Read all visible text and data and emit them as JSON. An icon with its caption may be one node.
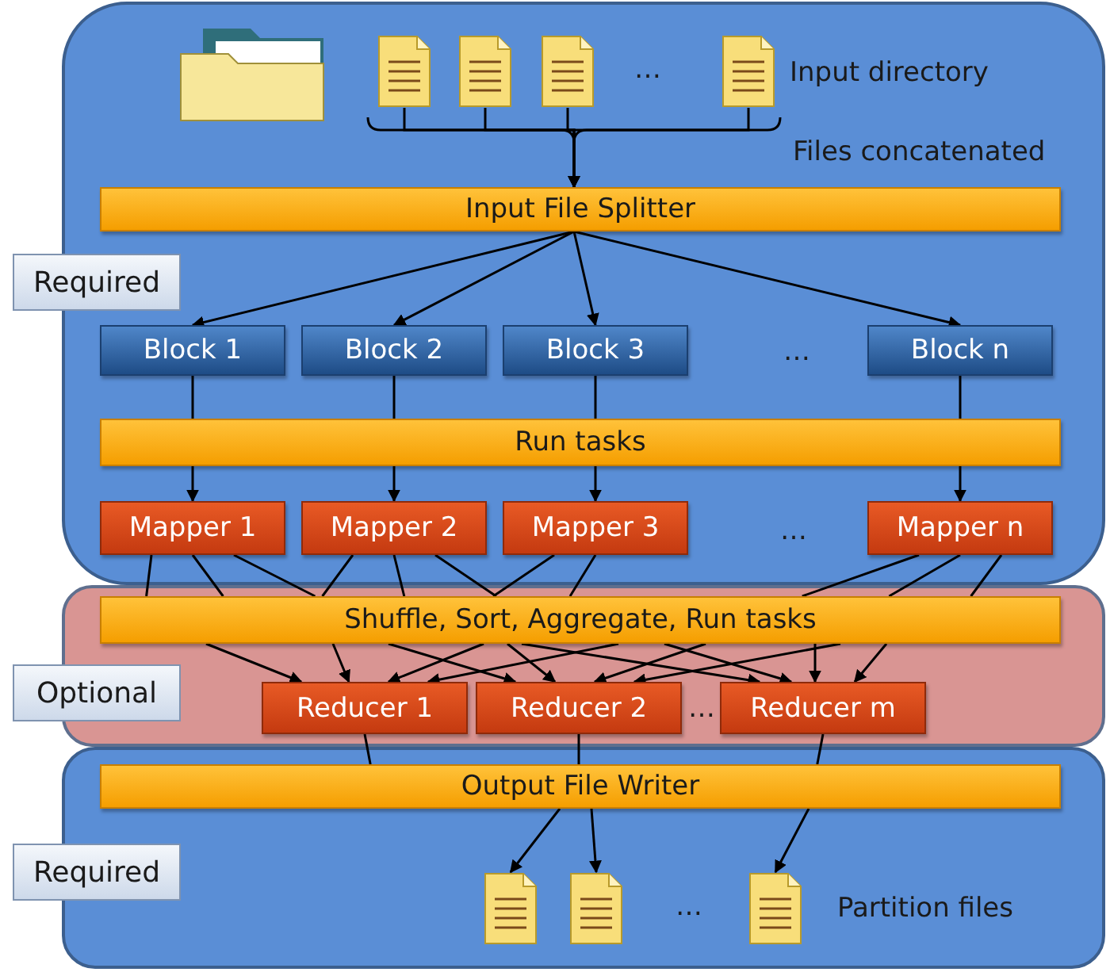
{
  "diagram": {
    "nodes": [
      {
        "text": [],
        "shape": "document"
      },
      {
        "text": [],
        "shape": "document"
      },
      {
        "text": [],
        "shape": "document"
      },
      {
        "text": [],
        "shape": "document"
      },
      {
        "text": [
          "Input File Splitter"
        ]
      },
      {
        "text": [
          "Block 1"
        ]
      },
      {
        "text": [
          "Block 2"
        ]
      },
      {
        "text": [
          "Block 3"
        ]
      },
      {
        "text": [
          "Block n"
        ]
      },
      {
        "text": [
          "Run tasks"
        ]
      },
      {
        "text": [
          "Mapper 1"
        ]
      },
      {
        "text": [
          "Mapper 2"
        ]
      },
      {
        "text": [
          "Mapper 3"
        ]
      },
      {
        "text": [
          "Mapper n"
        ]
      },
      {
        "text": [
          "Shuffle, Sort, Aggregate, Run tasks"
        ]
      },
      {
        "text": [
          "Reducer 1"
        ]
      },
      {
        "text": [
          "Reducer 2"
        ]
      },
      {
        "text": [
          "Reducer m"
        ]
      },
      {
        "text": [
          "Output File Writer"
        ]
      },
      {
        "text": [],
        "shape": "document"
      },
      {
        "text": [],
        "shape": "document"
      },
      {
        "text": [],
        "shape": "document"
      }
    ],
    "edges": [
      {
        "from": 0,
        "to": 4,
        "arrow": "to"
      },
      {
        "from": 1,
        "to": 4,
        "arrow": "to"
      },
      {
        "from": 2,
        "to": 4,
        "arrow": "to"
      },
      {
        "from": 3,
        "to": 4,
        "arrow": "to"
      },
      {
        "from": 4,
        "to": 5,
        "arrow": "to"
      },
      {
        "from": 4,
        "to": 6,
        "arrow": "to"
      },
      {
        "from": 4,
        "to": 7,
        "arrow": "to"
      },
      {
        "from": 4,
        "to": 8,
        "arrow": "to"
      },
      {
        "from": 5,
        "to": 9,
        "arrow": "none"
      },
      {
        "from": 6,
        "to": 9,
        "arrow": "none"
      },
      {
        "from": 7,
        "to": 9,
        "arrow": "none"
      },
      {
        "from": 8,
        "to": 9,
        "arrow": "none"
      },
      {
        "from": 9,
        "to": 10,
        "arrow": "to"
      },
      {
        "from": 9,
        "to": 11,
        "arrow": "to"
      },
      {
        "from": 9,
        "to": 12,
        "arrow": "to"
      },
      {
        "from": 9,
        "to": 13,
        "arrow": "to"
      },
      {
        "from": 10,
        "to": 14,
        "arrow": "none"
      },
      {
        "from": 10,
        "to": 14,
        "arrow": "none"
      },
      {
        "from": 10,
        "to": 14,
        "arrow": "none"
      },
      {
        "from": 11,
        "to": 14,
        "arrow": "none"
      },
      {
        "from": 11,
        "to": 14,
        "arrow": "none"
      },
      {
        "from": 11,
        "to": 14,
        "arrow": "none"
      },
      {
        "from": 12,
        "to": 14,
        "arrow": "none"
      },
      {
        "from": 12,
        "to": 14,
        "arrow": "none"
      },
      {
        "from": 13,
        "to": 14,
        "arrow": "none"
      },
      {
        "from": 13,
        "to": 14,
        "arrow": "none"
      },
      {
        "from": 13,
        "to": 14,
        "arrow": "none"
      },
      {
        "from": 14,
        "to": 15,
        "arrow": "to"
      },
      {
        "from": 14,
        "to": 15,
        "arrow": "to"
      },
      {
        "from": 14,
        "to": 15,
        "arrow": "to"
      },
      {
        "from": 14,
        "to": 15,
        "arrow": "to"
      },
      {
        "from": 14,
        "to": 16,
        "arrow": "to"
      },
      {
        "from": 14,
        "to": 16,
        "arrow": "to"
      },
      {
        "from": 14,
        "to": 16,
        "arrow": "to"
      },
      {
        "from": 14,
        "to": 16,
        "arrow": "to"
      },
      {
        "from": 14,
        "to": 17,
        "arrow": "to"
      },
      {
        "from": 14,
        "to": 17,
        "arrow": "to"
      },
      {
        "from": 14,
        "to": 17,
        "arrow": "to"
      },
      {
        "from": 14,
        "to": 17,
        "arrow": "to"
      },
      {
        "from": 15,
        "to": 18,
        "arrow": "none"
      },
      {
        "from": 16,
        "to": 18,
        "arrow": "none"
      },
      {
        "from": 17,
        "to": 18,
        "arrow": "none"
      },
      {
        "from": 18,
        "to": 19,
        "arrow": "to"
      },
      {
        "from": 18,
        "to": 20,
        "arrow": "to"
      },
      {
        "from": 18,
        "to": 21,
        "arrow": "to"
      }
    ],
    "labels": [
      "…",
      "Input directory",
      "Files concatenated",
      "Required",
      "…",
      "…",
      "Optional",
      "…",
      "Required",
      "…",
      "Partition files"
    ]
  }
}
